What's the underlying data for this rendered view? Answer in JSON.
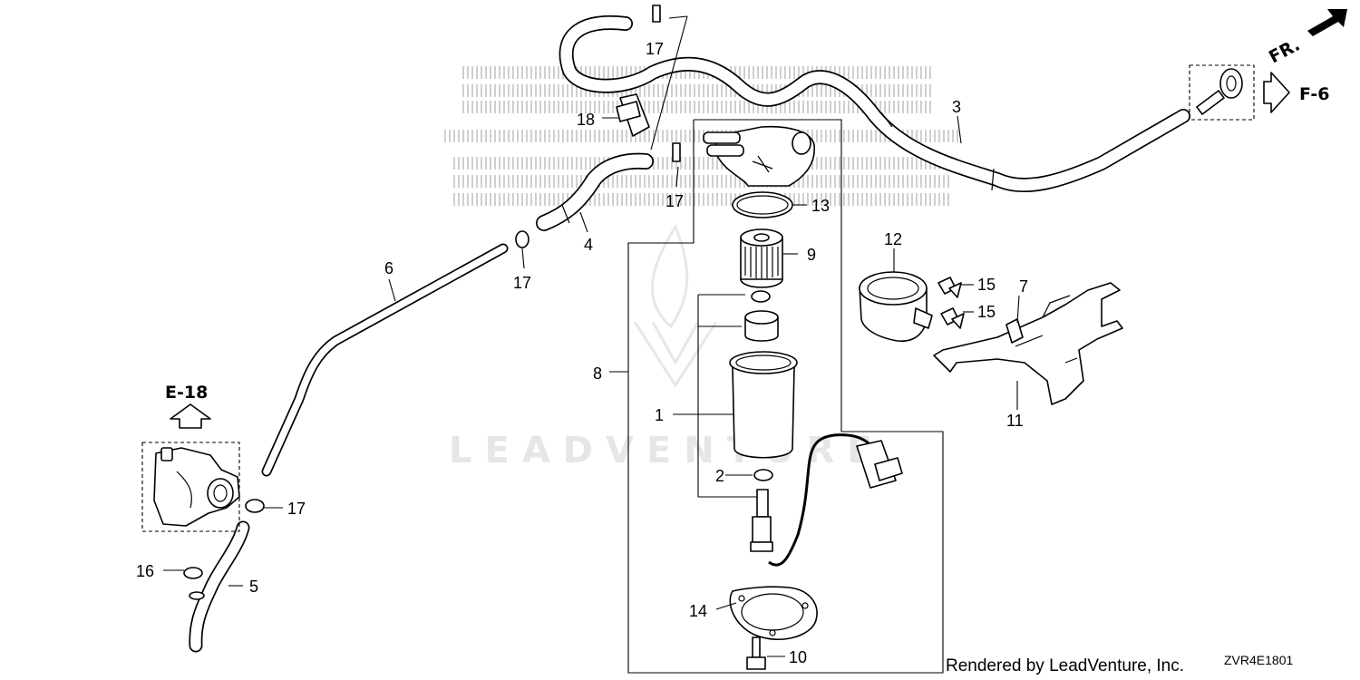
{
  "diagram": {
    "callouts": {
      "c1": "1",
      "c2": "2",
      "c3": "3",
      "c4": "4",
      "c5": "5",
      "c6": "6",
      "c7": "7",
      "c8": "8",
      "c9": "9",
      "c10": "10",
      "c11": "11",
      "c12": "12",
      "c13": "13",
      "c14": "14",
      "c15a": "15",
      "c15b": "15",
      "c16": "16",
      "c17a": "17",
      "c17b": "17",
      "c17c": "17",
      "c17d": "17",
      "c18": "18"
    },
    "refs": {
      "e18": "E-18",
      "f6": "F-6",
      "fr": "FR."
    },
    "footer": {
      "rendered_by": "Rendered by LeadVenture, Inc.",
      "diagram_code": "ZVR4E1801"
    },
    "watermark_text": "LEADVENTURE"
  }
}
